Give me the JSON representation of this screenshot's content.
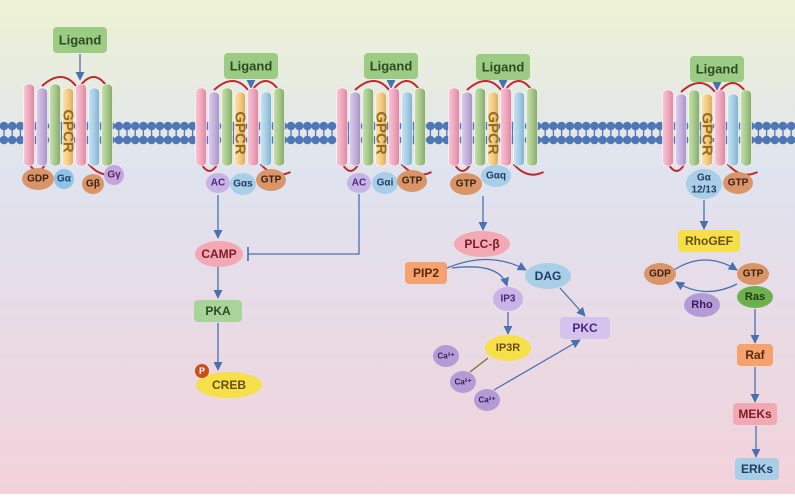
{
  "ligand_label": "Ligand",
  "gpcr_label": "GPCR",
  "subunits": {
    "gdp": "GDP",
    "g_alpha": "Gα",
    "g_beta": "Gβ",
    "g_gamma": "Gγ",
    "ac": "AC",
    "g_alpha_s": "Gαs",
    "g_alpha_i": "Gαi",
    "gtp": "GTP",
    "g_alpha_q": "Gαq",
    "g_alpha_1213_line1": "Gα",
    "g_alpha_1213_line2": "12/13"
  },
  "camp_path": {
    "camp": "CAMP",
    "pka": "PKA",
    "phospho": "P",
    "creb": "CREB"
  },
  "plc_path": {
    "plc": "PLC-β",
    "pip2": "PIP2",
    "dag": "DAG",
    "ip3": "IP3",
    "ip3r": "IP3R",
    "pkc": "PKC",
    "ca": "Ca²⁺"
  },
  "rho_path": {
    "rhogef": "RhoGEF",
    "gdp": "GDP",
    "gtp": "GTP",
    "rho": "Rho",
    "ras": "Ras",
    "raf": "Raf",
    "meks": "MEKs",
    "erks": "ERKs"
  },
  "colors": {
    "bg_top": "#eef2d4",
    "bg_mid": "#dfe3ef",
    "bg_bottom": "#f3d2da",
    "membrane": "#4f76b6",
    "arrow": "#4a70b0",
    "loop": "#c0282c",
    "helix_pink": "#f0a8be",
    "helix_purple": "#c5b2dc",
    "helix_green": "#a8c98c",
    "helix_orange": "#f4cc82",
    "helix_blue": "#a6cfe6",
    "gpcr_text": "#9a6a1c"
  }
}
